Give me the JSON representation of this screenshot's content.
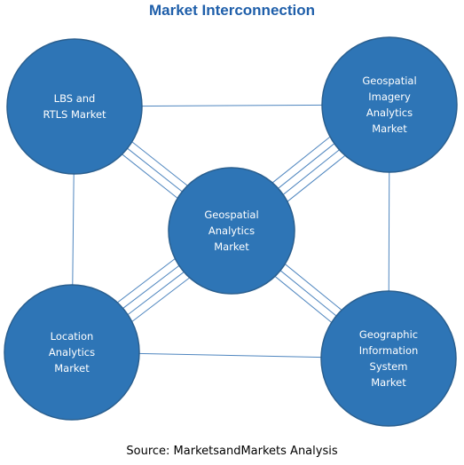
{
  "title": "Market Interconnection",
  "source": "Source: MarketsandMarkets Analysis",
  "colors": {
    "title": "#1f5faa",
    "node_fill": "#2e75b6",
    "node_stroke": "#2a5f8f",
    "connector": "#4f86bf",
    "node_text": "#ffffff"
  },
  "nodes": [
    {
      "id": "lbs",
      "lines": [
        "LBS and",
        "RTLS Market"
      ]
    },
    {
      "id": "geospatial-imagery",
      "lines": [
        "Geospatial",
        "Imagery",
        "Analytics",
        "Market"
      ]
    },
    {
      "id": "geospatial-analytics",
      "lines": [
        "Geospatial",
        "Analytics",
        "Market"
      ]
    },
    {
      "id": "location-analytics",
      "lines": [
        "Location",
        "Analytics",
        "Market"
      ]
    },
    {
      "id": "gis",
      "lines": [
        "Geographic",
        "Information",
        "System",
        "Market"
      ]
    }
  ],
  "connections": [
    {
      "from": "lbs",
      "to": "geospatial-imagery",
      "count": 1
    },
    {
      "from": "lbs",
      "to": "location-analytics",
      "count": 1
    },
    {
      "from": "geospatial-imagery",
      "to": "gis",
      "count": 1
    },
    {
      "from": "location-analytics",
      "to": "gis",
      "count": 1
    },
    {
      "from": "lbs",
      "to": "geospatial-analytics",
      "count": 3
    },
    {
      "from": "geospatial-imagery",
      "to": "geospatial-analytics",
      "count": 4
    },
    {
      "from": "location-analytics",
      "to": "geospatial-analytics",
      "count": 4
    },
    {
      "from": "gis",
      "to": "geospatial-analytics",
      "count": 3
    }
  ]
}
